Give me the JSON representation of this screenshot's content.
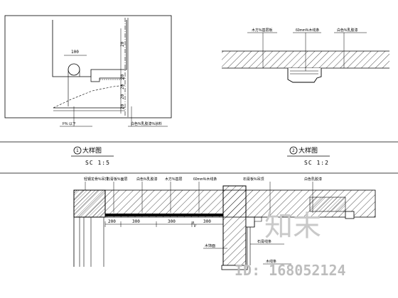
{
  "detail_left": {
    "title": "大样图",
    "number": "1",
    "scale": "SC 1:5",
    "dims": [
      "100",
      "20",
      "20",
      "20",
      "20",
      "20"
    ],
    "notes": [
      "F%  以下",
      "白色%乳胶漆%涂料"
    ]
  },
  "detail_right": {
    "title": "大样图",
    "number": "2",
    "scale": "SC 1:2",
    "notes": [
      "木方%基层板",
      "60mm%木线条",
      "白色%乳胶漆"
    ]
  },
  "section": {
    "dims": [
      "200",
      "300",
      "300",
      "300"
    ],
    "top_notes": [
      "轻钢龙骨%吊顶",
      "石膏板%面层",
      "白色%乳胶漆",
      "木方%基层",
      "60mm%木线条",
      "石膏板%吊顶",
      "白色乳胶漆"
    ],
    "bottom_notes": [
      "木饰面",
      "石膏线条",
      "木线条"
    ]
  },
  "watermark": {
    "logo_text": "知末",
    "id_text": "ID: 168052124"
  }
}
